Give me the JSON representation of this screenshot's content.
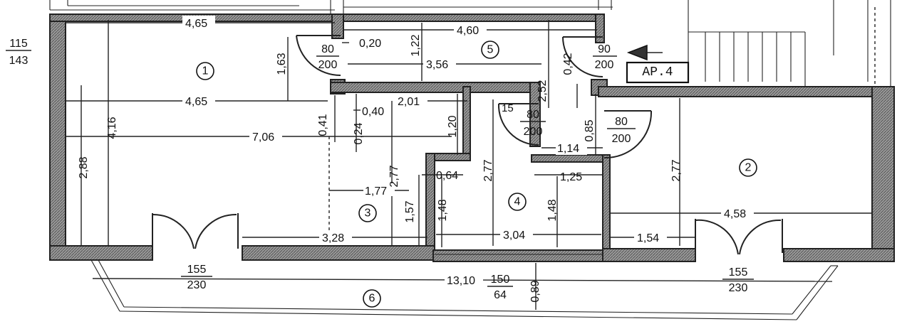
{
  "rooms": [
    {
      "num": "1"
    },
    {
      "num": "2"
    },
    {
      "num": "3"
    },
    {
      "num": "4"
    },
    {
      "num": "5"
    },
    {
      "num": "6"
    }
  ],
  "tag": "AP.4",
  "level": {
    "top": "115",
    "bottom": "143"
  },
  "doors": {
    "d1": {
      "top": "80",
      "bottom": "200"
    },
    "d2": {
      "top": "90",
      "bottom": "200"
    },
    "d3": {
      "top": "80",
      "bottom": "200"
    },
    "d4": {
      "top": "80",
      "bottom": "200"
    },
    "d5": {
      "top": "155",
      "bottom": "230"
    },
    "d6": {
      "top": "155",
      "bottom": "230"
    },
    "d7": {
      "top": "150",
      "bottom": "64"
    }
  },
  "dims": {
    "h465a": "4,65",
    "h460": "4,60",
    "h020": "0,20",
    "h356": "3,56",
    "h465b": "4,65",
    "h040": "0,40",
    "h201": "2,01",
    "h706": "7,06",
    "h15": "15",
    "h114": "1,14",
    "h064": "0,64",
    "h125": "1,25",
    "h177": "1,77",
    "h458": "4,58",
    "h328": "3,28",
    "h304": "3,04",
    "h154": "1,54",
    "h1310": "13,10",
    "v163": "1,63",
    "v122": "1,22",
    "v042": "0,42",
    "v252": "2,52",
    "v041": "0,41",
    "v024": "0,24",
    "v120": "1,20",
    "v085": "0,85",
    "v416": "4,16",
    "v288": "2,88",
    "v277a": "2,77",
    "v277b": "2,77",
    "v277c": "2,77",
    "v157": "1,57",
    "v148a": "1,48",
    "v148b": "1,48",
    "v089": "0,89"
  }
}
